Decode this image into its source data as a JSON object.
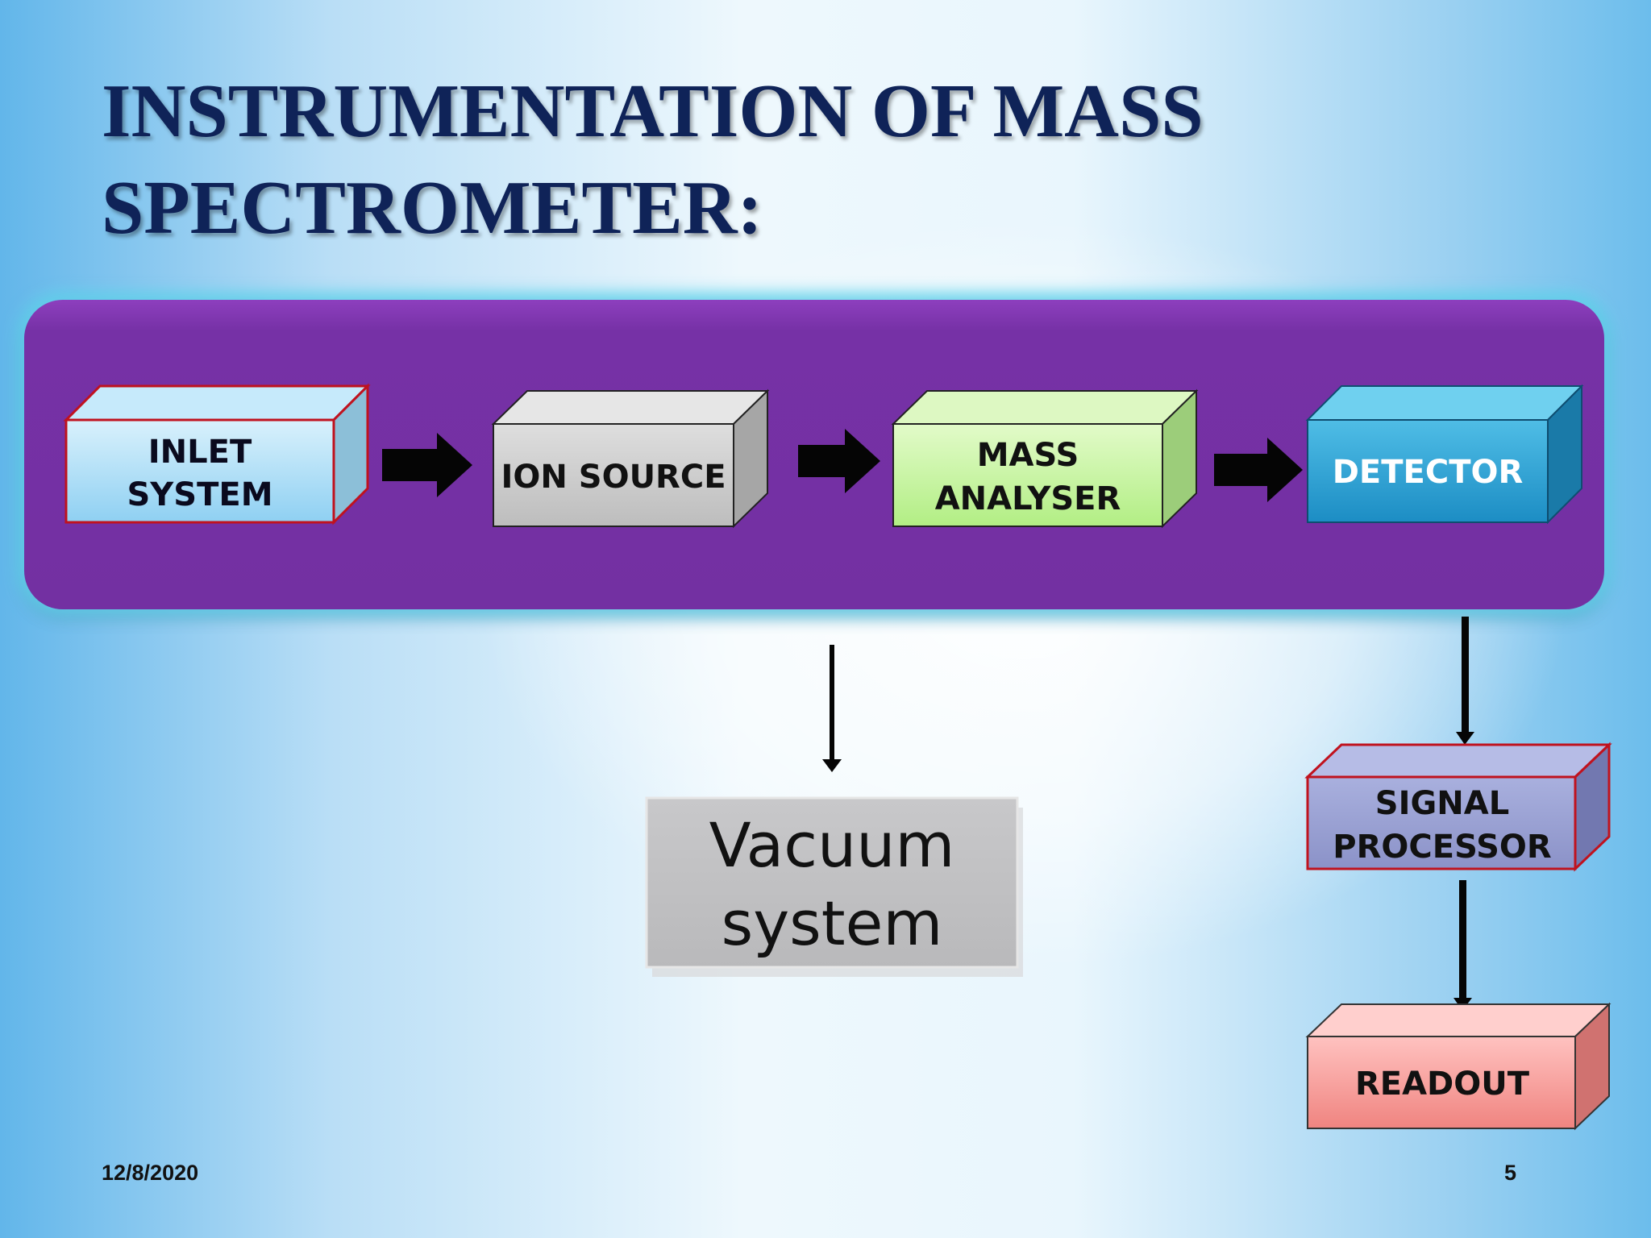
{
  "slide": {
    "title_line1": "INSTRUMENTATION OF MASS",
    "title_line2": "SPECTROMETER:",
    "date": "12/8/2020",
    "page_number": "5"
  },
  "nodes": {
    "inlet": {
      "line1": "INLET",
      "line2": "SYSTEM",
      "color": "#aee0f7"
    },
    "ion_source": {
      "line1": "ION SOURCE",
      "color": "#c9c9c9"
    },
    "mass_analyser": {
      "line1": "MASS",
      "line2": "ANALYSER",
      "color": "#c9f5a6"
    },
    "detector": {
      "line1": "DETECTOR",
      "color": "#2ea6d6"
    },
    "vacuum": {
      "line1": "Vacuum",
      "line2": "system",
      "color": "#bfbfc1"
    },
    "signal_processor": {
      "line1": "SIGNAL",
      "line2": "PROCESSOR",
      "color": "#9aa0d2"
    },
    "readout": {
      "line1": "READOUT",
      "color": "#f79a98"
    }
  },
  "colors": {
    "panel": "#7330a2",
    "panel_glow": "#60d3ec",
    "title": "#0f2358",
    "red_outline": "#c0121e"
  }
}
